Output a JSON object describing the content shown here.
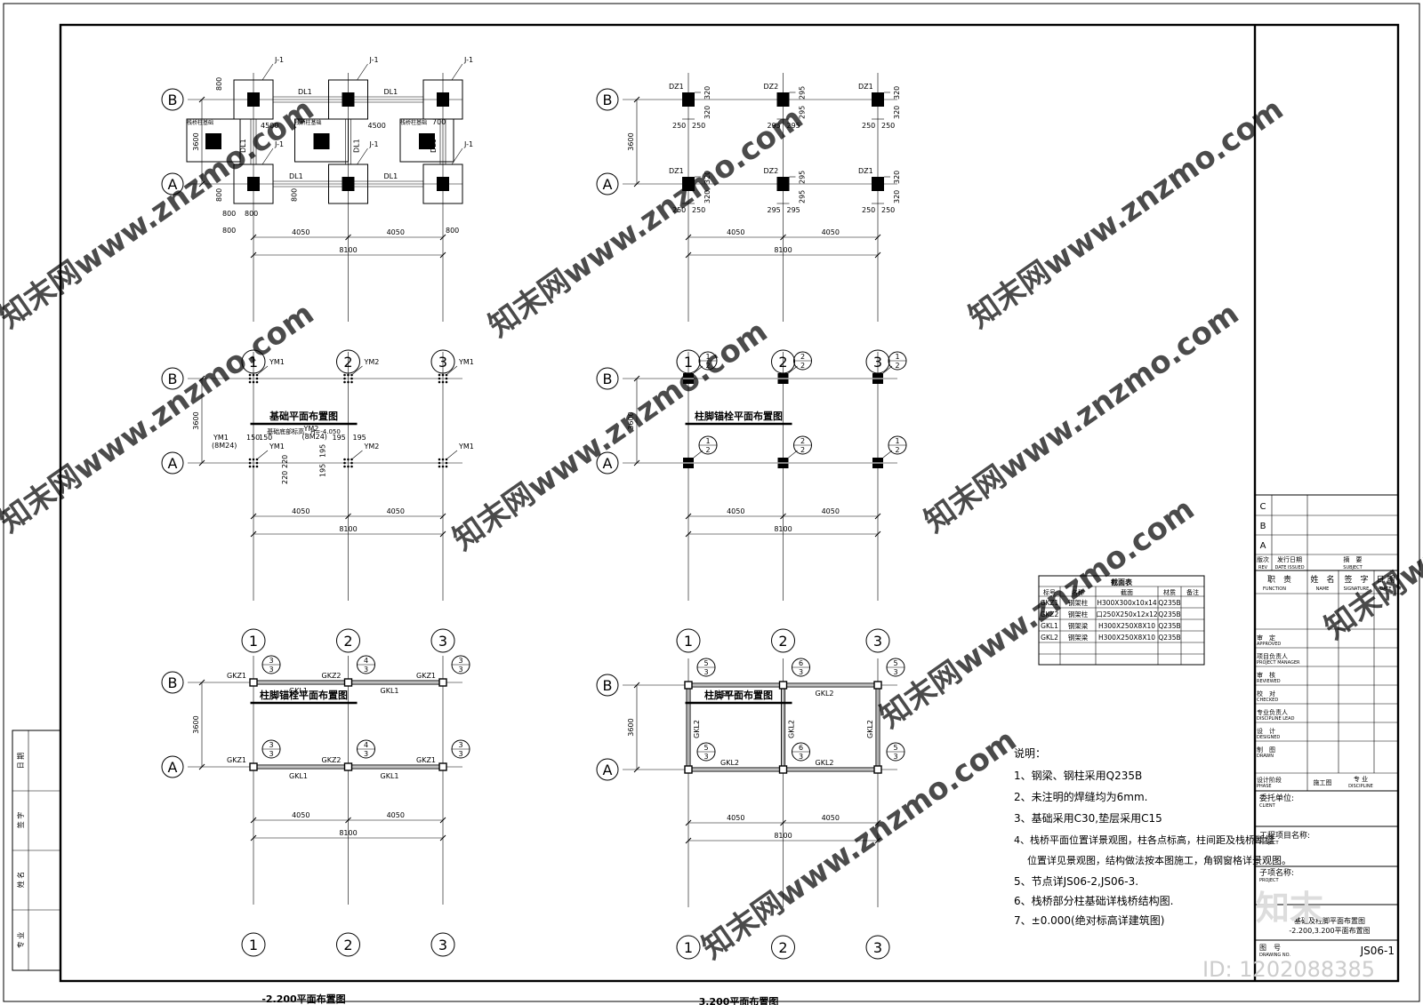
{
  "plans": [
    {
      "id": "foundation",
      "title": "基础平面布置图",
      "subtitle": "基础底部标高：H=-4.050",
      "col_labels": [
        "J-1",
        "J-1",
        "J-1",
        "J-1",
        "J-1",
        "J-1"
      ],
      "beam_labels": [
        "DL1",
        "DL1",
        "DL1",
        "DL1",
        "DL1",
        "DL1",
        "DL1"
      ],
      "dims": {
        "top": [
          "800",
          "800"
        ],
        "side": "3600",
        "span": [
          "4050",
          "4050"
        ],
        "total": "8100",
        "extra": [
          "800",
          "800",
          "800",
          "800",
          "800",
          "800",
          "800",
          "4500",
          "4500",
          "700"
        ]
      },
      "pier_labels": [
        "栈桥柱基础",
        "栈桥柱基础",
        "栈桥柱基础"
      ]
    },
    {
      "id": "anchor1",
      "title": "柱脚锚栓平面布置图",
      "col_labels": [
        "DZ1",
        "DZ2",
        "DZ1",
        "DZ1",
        "DZ2",
        "DZ1"
      ],
      "dims": {
        "side": "3600",
        "span": [
          "4050",
          "4050"
        ],
        "total": "8100",
        "small": [
          "320",
          "295",
          "320",
          "250",
          "250",
          "295",
          "295",
          "250",
          "250"
        ]
      }
    },
    {
      "id": "anchor2",
      "title": "柱脚锚栓平面布置图",
      "col_labels": [
        "YM1",
        "YM2",
        "YM1",
        "YM1",
        "YM2",
        "YM1"
      ],
      "sub_labels": [
        "(8M24)",
        "(8M24)"
      ],
      "dims": {
        "side": "3600",
        "span": [
          "4050",
          "4050"
        ],
        "total": "8100",
        "small": [
          "150",
          "150",
          "220",
          "220",
          "195",
          "195",
          "195",
          "195"
        ]
      }
    },
    {
      "id": "footing",
      "title": "柱脚平面布置图",
      "details": [
        [
          "1",
          "2"
        ],
        [
          "2",
          "2"
        ],
        [
          "1",
          "2"
        ],
        [
          "1",
          "2"
        ],
        [
          "2",
          "2"
        ],
        [
          "1",
          "2"
        ]
      ],
      "dims": {
        "side": "3600",
        "span": [
          "4050",
          "4050"
        ],
        "total": "8100"
      }
    },
    {
      "id": "lvl-2200",
      "title": "-2.200平面布置图",
      "col_labels": [
        "GKZ1",
        "GKZ2",
        "GKZ1",
        "GKZ1",
        "GKZ2",
        "GKZ1"
      ],
      "beam_labels": [
        "GKL1",
        "GKL1",
        "GKL1",
        "GKL1"
      ],
      "details": [
        [
          "3",
          "3"
        ],
        [
          "4",
          "3"
        ],
        [
          "3",
          "3"
        ],
        [
          "3",
          "3"
        ],
        [
          "4",
          "3"
        ],
        [
          "3",
          "3"
        ]
      ],
      "dims": {
        "side": "3600",
        "span": [
          "4050",
          "4050"
        ],
        "total": "8100"
      }
    },
    {
      "id": "lvl3200",
      "title": "3.200平面布置图",
      "beam_labels": [
        "GKL2",
        "GKL2",
        "GKL2",
        "GKL2",
        "GKL2",
        "GKL2",
        "GKL2"
      ],
      "details": [
        [
          "5",
          "3"
        ],
        [
          "6",
          "3"
        ],
        [
          "5",
          "3"
        ],
        [
          "5",
          "3"
        ],
        [
          "6",
          "3"
        ],
        [
          "5",
          "3"
        ]
      ],
      "dims": {
        "side": "3600",
        "span": [
          "4050",
          "4050"
        ],
        "total": "8100"
      }
    }
  ],
  "axes": {
    "rows": [
      "B",
      "A"
    ],
    "cols": [
      "1",
      "2",
      "3"
    ]
  },
  "section_table": {
    "title": "截面表",
    "headers": [
      "标号",
      "名称",
      "截面",
      "材质",
      "备注"
    ],
    "rows": [
      [
        "GKZ1",
        "钢架柱",
        "H300X300x10x14",
        "Q235B",
        ""
      ],
      [
        "GKZ2",
        "钢架柱",
        "口250X250x12x12",
        "Q235B",
        ""
      ],
      [
        "GKL1",
        "钢架梁",
        "H300X250X8X10",
        "Q235B",
        ""
      ],
      [
        "GKL2",
        "钢架梁",
        "H300X250X8X10",
        "Q235B",
        ""
      ]
    ]
  },
  "notes": {
    "heading": "说明：",
    "lines": [
      "1、钢梁、钢柱采用Q235B",
      "2、未注明的焊缝均为6mm.",
      "3、基础采用C30,垫层采用C15",
      "4、栈桥平面位置详景观图，柱各点标高，柱间距及栈桥断缝",
      "位置详见景观图，结构做法按本图施工，角钢窗格详景观图。",
      "5、节点详JS06-2,JS06-3.",
      "6、栈桥部分柱基础详栈桥结构图.",
      "7、±0.000(绝对标高详建筑图)"
    ]
  },
  "title_block": {
    "revs": [
      "C",
      "B",
      "A"
    ],
    "rev_header": {
      "rev": "版次",
      "rev_en": "REV",
      "date": "发行日期",
      "date_en": "DATE ISSUED",
      "subject": "摘　要",
      "subject_en": "SUBJECT"
    },
    "sign_header": {
      "function": "职　责",
      "function_en": "FUNCTION",
      "name": "姓　名",
      "name_en": "NAME",
      "signature": "签　字",
      "signature_en": "SIGNATURE",
      "date": "日 期",
      "date_en": "DATE"
    },
    "roles": [
      {
        "cn": "审　定",
        "en": "APPROVED"
      },
      {
        "cn": "项目负责人",
        "en": "PROJECT MANAGER"
      },
      {
        "cn": "审　核",
        "en": "REVIEWED"
      },
      {
        "cn": "校　对",
        "en": "CHECKED"
      },
      {
        "cn": "专业负责人",
        "en": "DISCIPLINE LEAD"
      },
      {
        "cn": "设　计",
        "en": "DESIGNED"
      },
      {
        "cn": "制　图",
        "en": "DRAWN"
      }
    ],
    "phase": {
      "cn": "设计阶段",
      "en": "PHASE",
      "value": "施工图",
      "disc_cn": "专 业",
      "disc_en": "DISCIPLINE"
    },
    "client": {
      "cn": "委托单位:",
      "en": "CLIENT"
    },
    "project": {
      "cn": "工程项目名称:",
      "en": "PROJECT"
    },
    "subproject": {
      "cn": "子项名称:",
      "en": "PROJECT"
    },
    "drawing_title_lines": [
      "基础及柱脚平面布置图",
      "-2.200,3.200平面布置图"
    ],
    "drawing_no": {
      "cn": "图　号",
      "en": "DRAWING NO.",
      "value": "JS06-1"
    }
  },
  "side_strip": [
    "日 期",
    "签 字",
    "姓 名",
    "专 业"
  ],
  "watermark": "知末网www.znzmo.com",
  "brand": "知末",
  "id_text": "ID: 1202088385"
}
